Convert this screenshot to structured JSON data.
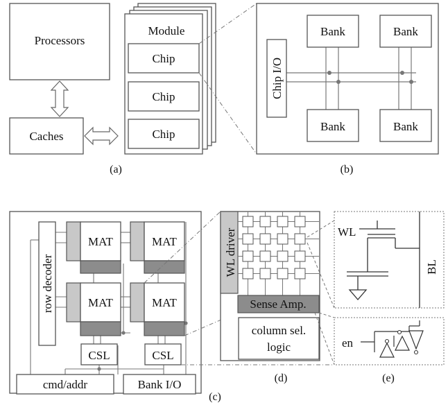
{
  "a": {
    "processors": "Processors",
    "caches": "Caches",
    "module": "Module",
    "chip": "Chip",
    "caption": "(a)"
  },
  "b": {
    "bank": "Bank",
    "chip_io": "Chip I/O",
    "caption": "(b)"
  },
  "c": {
    "row_decoder": "row decoder",
    "mat": "MAT",
    "csl": "CSL",
    "cmd_addr": "cmd/addr",
    "bank_io": "Bank I/O",
    "caption": "(c)"
  },
  "d": {
    "wl_driver": "WL driver",
    "sense_amp": "Sense Amp.",
    "column_sel_1": "column sel.",
    "column_sel_2": "logic",
    "caption": "(d)"
  },
  "e": {
    "wl": "WL",
    "bl": "BL",
    "en": "en",
    "caption": "(e)"
  },
  "colors": {
    "stroke": "#555555",
    "light_gray": "#c8c8c8",
    "dark_gray": "#8c8c8c",
    "dot": "#777777"
  }
}
